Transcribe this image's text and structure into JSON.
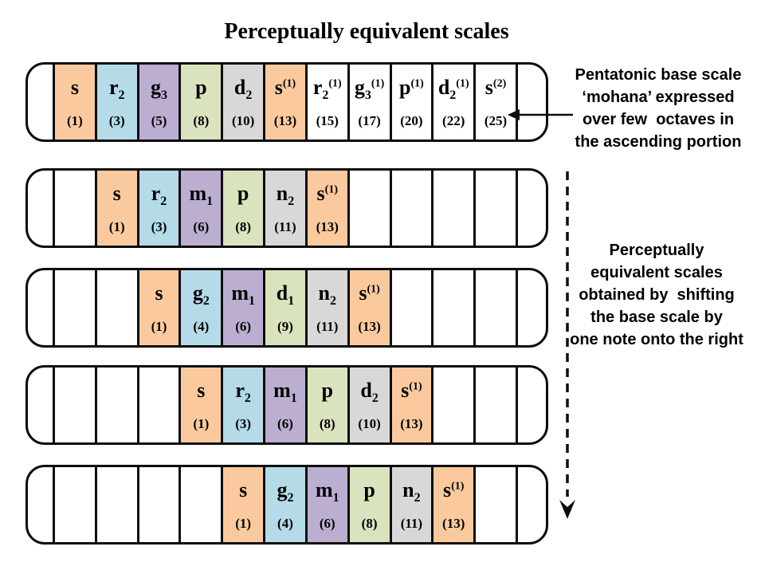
{
  "title": "Perceptually equivalent scales",
  "annotations": {
    "top": "Pentatonic base scale\n‘mohana’ expressed\nover few  octaves in\nthe ascending portion",
    "bottom": "Perceptually\nequivalent scales\nobtained by  shifting\nthe base scale by\none note onto the right"
  },
  "icons": {
    "base_scale_arrow": "solid-arrow-left",
    "shift_sequence_arrow": "dashed-arrow-down"
  },
  "palette": {
    "orange": "#FACA9E",
    "blue": "#B4DBE7",
    "purple": "#BCAED0",
    "green": "#D9E4BE",
    "gray": "#D8D8D8",
    "white": "#FFFFFF"
  },
  "grid": {
    "cells_per_row": 13
  },
  "rows": [
    {
      "notes": [
        {
          "pos": 1,
          "base": "s",
          "sub": "",
          "sup": "",
          "num": "(1)",
          "color": "orange"
        },
        {
          "pos": 2,
          "base": "r",
          "sub": "2",
          "sup": "",
          "num": "(3)",
          "color": "blue"
        },
        {
          "pos": 3,
          "base": "g",
          "sub": "3",
          "sup": "",
          "num": "(5)",
          "color": "purple"
        },
        {
          "pos": 4,
          "base": "p",
          "sub": "",
          "sup": "",
          "num": "(8)",
          "color": "green"
        },
        {
          "pos": 5,
          "base": "d",
          "sub": "2",
          "sup": "",
          "num": "(10)",
          "color": "gray"
        },
        {
          "pos": 6,
          "base": "s",
          "sub": "",
          "sup": "(1)",
          "num": "(13)",
          "color": "orange"
        },
        {
          "pos": 7,
          "base": "r",
          "sub": "2",
          "sup": "(1)",
          "num": "(15)",
          "color": "white"
        },
        {
          "pos": 8,
          "base": "g",
          "sub": "3",
          "sup": "(1)",
          "num": "(17)",
          "color": "white"
        },
        {
          "pos": 9,
          "base": "p",
          "sub": "",
          "sup": "(1)",
          "num": "(20)",
          "color": "white"
        },
        {
          "pos": 10,
          "base": "d",
          "sub": "2",
          "sup": "(1)",
          "num": "(22)",
          "color": "white"
        },
        {
          "pos": 11,
          "base": "s",
          "sub": "",
          "sup": "(2)",
          "num": "(25)",
          "color": "white"
        }
      ]
    },
    {
      "notes": [
        {
          "pos": 2,
          "base": "s",
          "sub": "",
          "sup": "",
          "num": "(1)",
          "color": "orange"
        },
        {
          "pos": 3,
          "base": "r",
          "sub": "2",
          "sup": "",
          "num": "(3)",
          "color": "blue"
        },
        {
          "pos": 4,
          "base": "m",
          "sub": "1",
          "sup": "",
          "num": "(6)",
          "color": "purple"
        },
        {
          "pos": 5,
          "base": "p",
          "sub": "",
          "sup": "",
          "num": "(8)",
          "color": "green"
        },
        {
          "pos": 6,
          "base": "n",
          "sub": "2",
          "sup": "",
          "num": "(11)",
          "color": "gray"
        },
        {
          "pos": 7,
          "base": "s",
          "sub": "",
          "sup": "(1)",
          "num": "(13)",
          "color": "orange"
        }
      ]
    },
    {
      "notes": [
        {
          "pos": 3,
          "base": "s",
          "sub": "",
          "sup": "",
          "num": "(1)",
          "color": "orange"
        },
        {
          "pos": 4,
          "base": "g",
          "sub": "2",
          "sup": "",
          "num": "(4)",
          "color": "blue"
        },
        {
          "pos": 5,
          "base": "m",
          "sub": "1",
          "sup": "",
          "num": "(6)",
          "color": "purple"
        },
        {
          "pos": 6,
          "base": "d",
          "sub": "1",
          "sup": "",
          "num": "(9)",
          "color": "green"
        },
        {
          "pos": 7,
          "base": "n",
          "sub": "2",
          "sup": "",
          "num": "(11)",
          "color": "gray"
        },
        {
          "pos": 8,
          "base": "s",
          "sub": "",
          "sup": "(1)",
          "num": "(13)",
          "color": "orange"
        }
      ]
    },
    {
      "notes": [
        {
          "pos": 4,
          "base": "s",
          "sub": "",
          "sup": "",
          "num": "(1)",
          "color": "orange"
        },
        {
          "pos": 5,
          "base": "r",
          "sub": "2",
          "sup": "",
          "num": "(3)",
          "color": "blue"
        },
        {
          "pos": 6,
          "base": "m",
          "sub": "1",
          "sup": "",
          "num": "(6)",
          "color": "purple"
        },
        {
          "pos": 7,
          "base": "p",
          "sub": "",
          "sup": "",
          "num": "(8)",
          "color": "green"
        },
        {
          "pos": 8,
          "base": "d",
          "sub": "2",
          "sup": "",
          "num": "(10)",
          "color": "gray"
        },
        {
          "pos": 9,
          "base": "s",
          "sub": "",
          "sup": "(1)",
          "num": "(13)",
          "color": "orange"
        }
      ]
    },
    {
      "notes": [
        {
          "pos": 5,
          "base": "s",
          "sub": "",
          "sup": "",
          "num": "(1)",
          "color": "orange"
        },
        {
          "pos": 6,
          "base": "g",
          "sub": "2",
          "sup": "",
          "num": "(4)",
          "color": "blue"
        },
        {
          "pos": 7,
          "base": "m",
          "sub": "1",
          "sup": "",
          "num": "(6)",
          "color": "purple"
        },
        {
          "pos": 8,
          "base": "p",
          "sub": "",
          "sup": "",
          "num": "(8)",
          "color": "green"
        },
        {
          "pos": 9,
          "base": "n",
          "sub": "2",
          "sup": "",
          "num": "(11)",
          "color": "gray"
        },
        {
          "pos": 10,
          "base": "s",
          "sub": "",
          "sup": "(1)",
          "num": "(13)",
          "color": "orange"
        }
      ]
    }
  ]
}
